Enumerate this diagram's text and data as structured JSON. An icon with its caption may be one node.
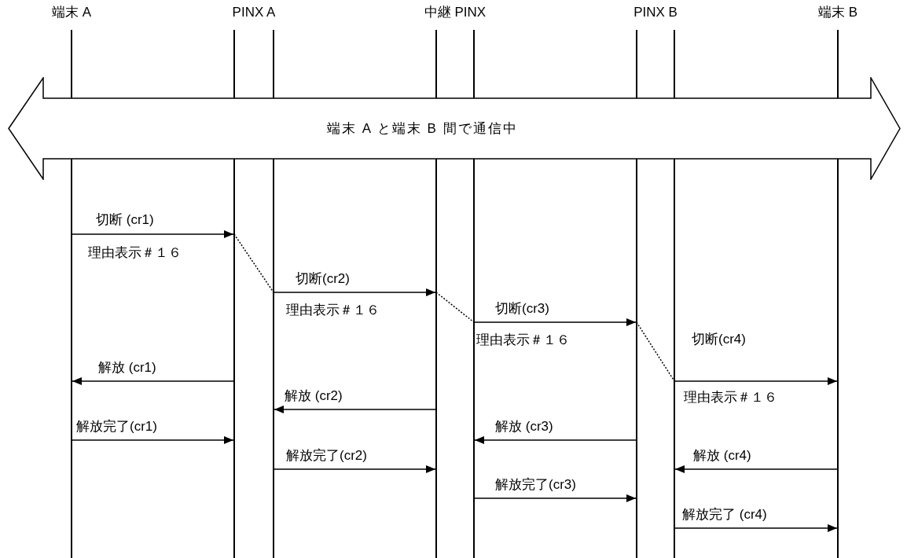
{
  "diagram": {
    "nodes": [
      {
        "text": [
          "端末 A"
        ]
      },
      {
        "text": [
          "PINX A"
        ]
      },
      {
        "text": [
          "中継 PINX"
        ]
      },
      {
        "text": [
          "PINX B"
        ]
      },
      {
        "text": [
          "端末 B"
        ]
      },
      {
        "text": [
          "端末 A と端末 B 間で通信中"
        ]
      }
    ],
    "edges": [
      {
        "from": 0,
        "to": 1,
        "arrow": "to",
        "label": "切断 (cr1)"
      },
      {
        "from": 1,
        "to": 2,
        "arrow": "to",
        "label": "切断(cr2)"
      },
      {
        "from": 2,
        "to": 3,
        "arrow": "to",
        "label": "切断(cr3)"
      },
      {
        "from": 3,
        "to": 4,
        "arrow": "to",
        "label": "切断(cr4)"
      },
      {
        "from": 1,
        "to": 0,
        "arrow": "to",
        "label": "解放 (cr1)"
      },
      {
        "from": 2,
        "to": 1,
        "arrow": "to",
        "label": "解放 (cr2)"
      },
      {
        "from": 0,
        "to": 1,
        "arrow": "to",
        "label": "解放完了(cr1)"
      },
      {
        "from": 3,
        "to": 2,
        "arrow": "to",
        "label": "解放 (cr3)"
      },
      {
        "from": 1,
        "to": 2,
        "arrow": "to",
        "label": "解放完了(cr2)"
      },
      {
        "from": 4,
        "to": 3,
        "arrow": "to",
        "label": "解放 (cr4)"
      },
      {
        "from": 2,
        "to": 3,
        "arrow": "to",
        "label": "解放完了(cr3)"
      },
      {
        "from": 3,
        "to": 4,
        "arrow": "to",
        "label": "解放完了 (cr4)"
      }
    ],
    "labels": [
      "理由表示＃１６",
      "理由表示＃１６",
      "理由表示＃１６",
      "理由表示＃１６"
    ]
  }
}
